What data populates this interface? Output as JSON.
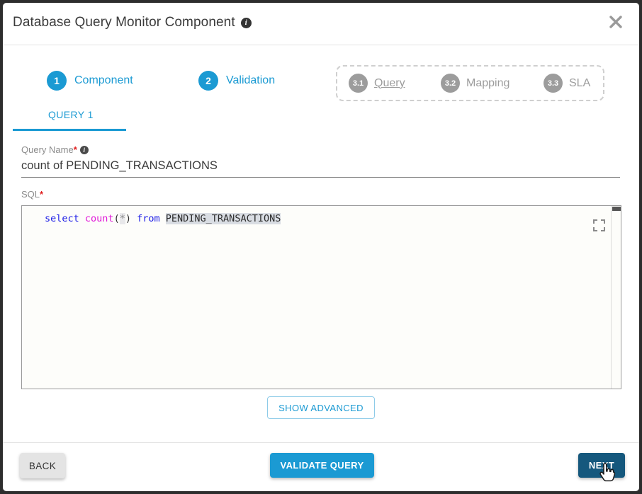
{
  "colors": {
    "accent": "#1b9ad3",
    "dark_blue": "#15587d",
    "step_gray": "#9c9c9c",
    "code_keyword": "#1a1ae6",
    "code_function": "#e018d8",
    "code_highlight": "#d9dde3",
    "required_red": "#e02020"
  },
  "header": {
    "title": "Database Query Monitor Component"
  },
  "stepper": {
    "steps": [
      {
        "number": "1",
        "label": "Component"
      },
      {
        "number": "2",
        "label": "Validation"
      }
    ],
    "substeps": [
      {
        "number": "3.1",
        "label": "Query"
      },
      {
        "number": "3.2",
        "label": "Mapping"
      },
      {
        "number": "3.3",
        "label": "SLA"
      }
    ]
  },
  "tab": {
    "label": "QUERY 1"
  },
  "form": {
    "query_name": {
      "label": "Query Name",
      "required_marker": "*",
      "value": "count of PENDING_TRANSACTIONS"
    },
    "sql": {
      "label": "SQL",
      "required_marker": "*",
      "tokens": [
        {
          "text": "select",
          "type": "keyword"
        },
        {
          "text": " ",
          "type": "plain"
        },
        {
          "text": "count",
          "type": "function"
        },
        {
          "text": "(",
          "type": "plain"
        },
        {
          "text": "*",
          "type": "star"
        },
        {
          "text": ")",
          "type": "plain"
        },
        {
          "text": " ",
          "type": "plain"
        },
        {
          "text": "from",
          "type": "keyword"
        },
        {
          "text": " ",
          "type": "plain"
        },
        {
          "text": "PENDING_TRANSACTIONS",
          "type": "highlight"
        }
      ]
    }
  },
  "buttons": {
    "show_advanced": "SHOW ADVANCED",
    "back": "BACK",
    "validate_query": "VALIDATE QUERY",
    "next": "NEXT"
  }
}
